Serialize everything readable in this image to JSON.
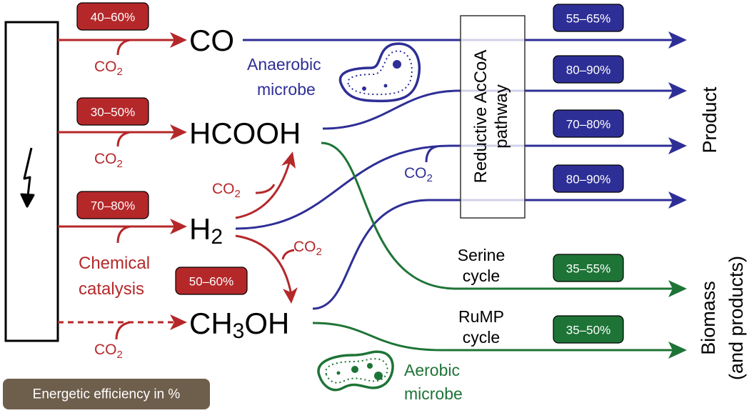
{
  "colors": {
    "red": "#b5282a",
    "blue": "#2e2f96",
    "green": "#1e7436",
    "badge_red": "#b5282a",
    "badge_blue": "#2e2f96",
    "badge_green": "#1e7436",
    "legend_bg": "#6e5e4c"
  },
  "power_source": {
    "icon": "lightning-bolt-icon"
  },
  "chemical_catalysis": {
    "label_line1": "Chemical",
    "label_line2": "catalysis"
  },
  "molecules": {
    "co": "CO",
    "hcooh": "HCOOH",
    "h2_main": "H",
    "h2_sub": "2",
    "ch3oh_a": "CH",
    "ch3oh_sub": "3",
    "ch3oh_b": "OH"
  },
  "co2": {
    "main": "CO",
    "sub": "2"
  },
  "red_badges": [
    "40–60%",
    "30–50%",
    "70–80%",
    "50–60%"
  ],
  "blue_badges": [
    "55–65%",
    "80–90%",
    "70–80%",
    "80–90%"
  ],
  "green_badges": [
    "35–55%",
    "35–50%"
  ],
  "anaerobic": {
    "line1": "Anaerobic",
    "line2": "microbe"
  },
  "aerobic": {
    "line1": "Aerobic",
    "line2": "microbe"
  },
  "pathway": {
    "line1": "Reductive AcCoA",
    "line2": "pathway"
  },
  "serine": {
    "line1": "Serine",
    "line2": "cycle"
  },
  "rump": {
    "line1": "RuMP",
    "line2": "cycle"
  },
  "product_label": "Product",
  "biomass": {
    "line1": "Biomass",
    "line2": "(and products)"
  },
  "legend": "Energetic efficiency in %"
}
